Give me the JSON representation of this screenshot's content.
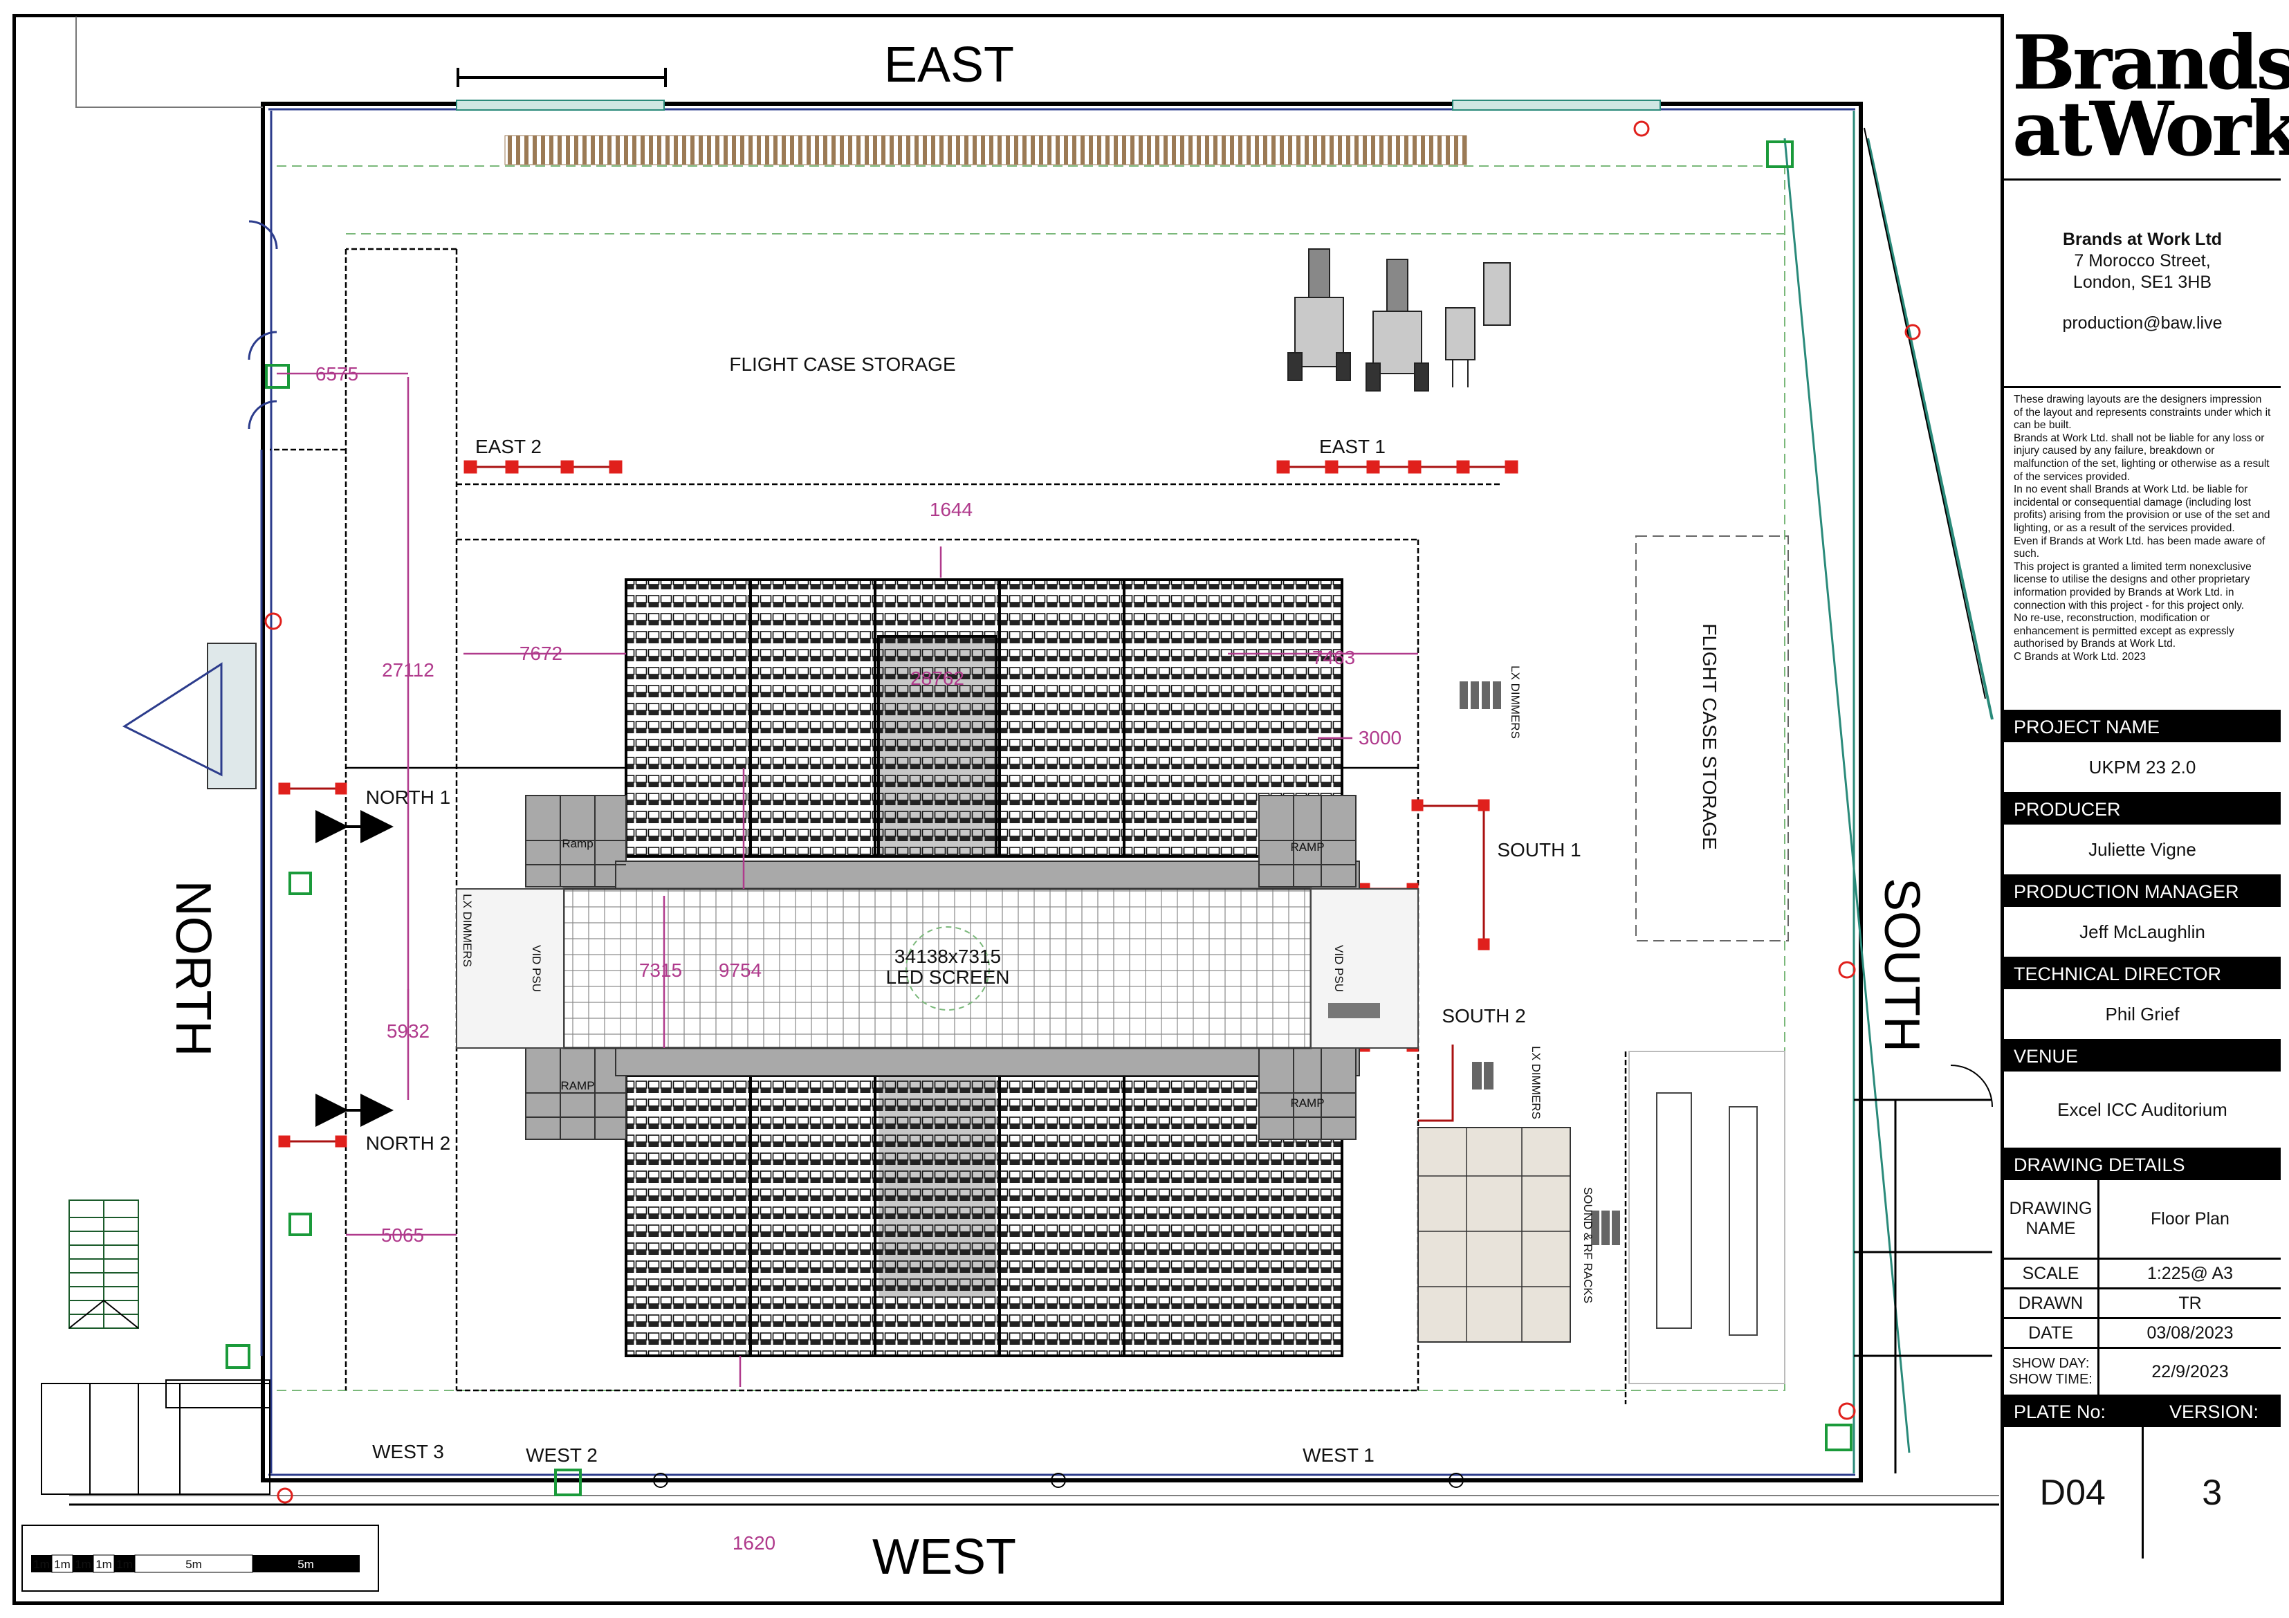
{
  "directions": {
    "east": "EAST",
    "west": "WEST",
    "north": "NORTH",
    "south": "SOUTH"
  },
  "areas": {
    "flight_case_storage_top": "FLIGHT CASE STORAGE",
    "flight_case_storage_right": "FLIGHT CASE STORAGE",
    "east_1": "EAST 1",
    "east_2": "EAST 2",
    "west_1": "WEST 1",
    "west_2": "WEST 2",
    "west_3": "WEST 3",
    "north_1": "NORTH 1",
    "north_2": "NORTH 2",
    "south_1": "SOUTH 1",
    "south_2": "SOUTH 2",
    "lx_dimmers_1": "LX DIMMERS",
    "lx_dimmers_2": "LX DIMMERS",
    "lx_dimmers_3": "LX DIMMERS",
    "vid_psu_left": "VID PSU",
    "vid_psu_right": "VID PSU",
    "sound_rf_racks": "SOUND & RF RACKS",
    "led_screen_size": "34138x7315",
    "led_screen_label": "LED SCREEN",
    "ramp": "RAMP",
    "ramp_alt": "Ramp"
  },
  "dimensions": {
    "d6575": "6575",
    "d1644": "1644",
    "d7672": "7672",
    "d7463": "7463",
    "d27112": "27112",
    "d28762": "28762",
    "d3000": "3000",
    "d7315": "7315",
    "d9754": "9754",
    "d5932": "5932",
    "d5065": "5065",
    "d1620": "1620"
  },
  "scale_bar": [
    "1m",
    "1m",
    "1m",
    "1m",
    "1m",
    "5m",
    "5m"
  ],
  "titleblock": {
    "logo_line1": "Brands",
    "logo_line2": "atWork",
    "company": "Brands at Work Ltd",
    "address1": "7 Morocco Street,",
    "address2": "London, SE1 3HB",
    "email": "production@baw.live",
    "disclaimer": [
      "These drawing layouts are the designers impression of the layout and represents constraints under which it can be built.",
      "Brands at Work Ltd. shall not be liable for any loss or injury caused by any failure, breakdown or malfunction of the set, lighting or otherwise as a result of the services provided.",
      "In no event shall Brands at Work Ltd. be liable for incidental or consequential damage (including lost profits) arising from the provision or use of the set and lighting, or as a result of the services provided.",
      "Even if Brands at Work Ltd. has been made aware of such.",
      "This project is granted a limited term nonexclusive license to utilise the designs and other proprietary information provided by Brands at Work Ltd. in connection with this project - for this project only.",
      "No re-use, reconstruction, modification or enhancement is permitted except as expressly authorised by Brands at Work Ltd.",
      "C Brands at Work Ltd. 2023"
    ],
    "project_name_label": "PROJECT NAME",
    "project_name": "UKPM 23 2.0",
    "producer_label": "PRODUCER",
    "producer": "Juliette Vigne",
    "production_manager_label": "PRODUCTION MANAGER",
    "production_manager": "Jeff McLaughlin",
    "technical_director_label": "TECHNICAL DIRECTOR",
    "technical_director": "Phil Grief",
    "venue_label": "VENUE",
    "venue": "Excel ICC Auditorium",
    "drawing_details_label": "DRAWING DETAILS",
    "drawing_name_label": "DRAWING NAME",
    "drawing_name": "Floor Plan",
    "scale_label": "SCALE",
    "scale": "1:225@  A3",
    "drawn_label": "DRAWN",
    "drawn": "TR",
    "date_label": "DATE",
    "date": "03/08/2023",
    "show_label": "SHOW DAY: SHOW TIME:",
    "show": "22/9/2023",
    "plate_label": "PLATE No:",
    "version_label": "VERSION:",
    "plate": "D04",
    "version": "3"
  },
  "colors": {
    "dimension": "#b03a8c",
    "truss_red": "#e0201c",
    "exit_green": "#1a9a3a",
    "stage_grey": "#9a9a9a",
    "wall_blue": "#2c3c8c",
    "wall_teal": "#2a8a7a"
  }
}
